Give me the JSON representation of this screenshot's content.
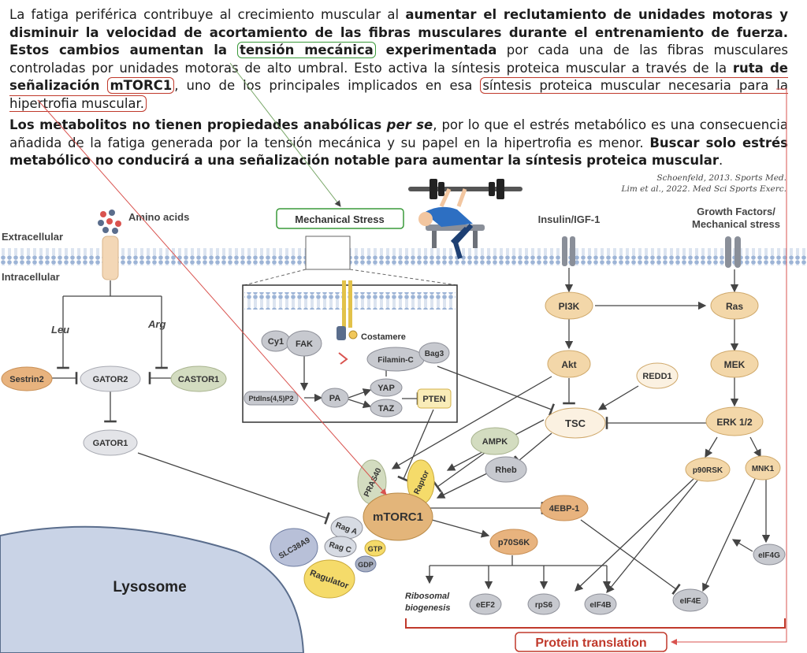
{
  "text": {
    "p1": {
      "s1": "La fatiga periférica contribuye al crecimiento muscular al ",
      "b1": "aumentar el reclutamiento de unidades motoras y disminuir la velocidad de acortamiento de las fibras musculares durante el entrenamiento de fuerza. Estos cambios aumentan la ",
      "box1": "tensión mecánica",
      "b2": " experimentada",
      "s2": " por cada una de las fibras musculares controladas por unidades motoras de alto umbral. Esto activa la síntesis proteica muscular a través de la ",
      "b3": "ruta de señalización",
      "box2": "mTORC1",
      "s3": ", uno de los principales implicados en esa ",
      "box3": "síntesis proteica muscular necesaria para la hipertrofia muscular."
    },
    "p2": {
      "b1": "Los metabolitos no tienen propiedades anabólicas ",
      "bi": "per se",
      "s1": ", por lo que el estrés metabólico es una consecuencia añadida de la fatiga generada por la tensión mecánica y su papel en la hipertrofia es menor. ",
      "b2": "Buscar solo estrés metabólico no conducirá a una señalización notable para aumentar la síntesis proteica muscular",
      "s2": "."
    },
    "refs": [
      "Schoenfeld, 2013. Sports Med.",
      "Lim et al., 2022. Med Sci Sports Exerc."
    ]
  },
  "diagram": {
    "extracellular": "Extracellular",
    "intracellular": "Intracellular",
    "amino_acids": "Amino acids",
    "mechanical_stress": "Mechanical Stress",
    "insulin": "Insulin/IGF-1",
    "growth_factors": [
      "Growth Factors/",
      "Mechanical stress"
    ],
    "leu": "Leu",
    "arg": "Arg",
    "sestrin2": "Sestrin2",
    "gator2": "GATOR2",
    "castor1": "CASTOR1",
    "gator1": "GATOR1",
    "cy1": "Cy1",
    "fak": "FAK",
    "costamere": "Costamere",
    "filamin": "Filamin-C",
    "bag3": "Bag3",
    "ptdins": "PtdIns(4,5)P2",
    "pa": "PA",
    "yap": "YAP",
    "taz": "TAZ",
    "pten": "PTEN",
    "pi3k": "PI3K",
    "akt": "Akt",
    "redd1": "REDD1",
    "tsc": "TSC",
    "ampk": "AMPK",
    "rheb": "Rheb",
    "ras": "Ras",
    "mek": "MEK",
    "erk": "ERK 1/2",
    "p90rsk": "p90RSK",
    "mnk1": "MNK1",
    "pras40": "PRAS40",
    "raptor": "Raptor",
    "mtorc1": "mTORC1",
    "ebp1": "4EBP-1",
    "p70s6k": "p70S6K",
    "eif4g": "eIF4G",
    "eif4e": "eIF4E",
    "ribosomal": [
      "Ribosomal",
      "biogenesis"
    ],
    "eef2": "eEF2",
    "rps6": "rpS6",
    "eif4b": "eIF4B",
    "slc38a9": "SLC38A9",
    "raga": "Rag A",
    "ragc": "Rag C",
    "gtp": "GTP",
    "gdp": "GDP",
    "ragulator": "Ragulator",
    "lysosome": "Lysosome",
    "protein_translation": "Protein translation"
  },
  "colors": {
    "accent_green": "#3a9a3a",
    "accent_red": "#c0392b",
    "mtorc1": "#e3b57a",
    "erk_pathway": "#f3d7a9",
    "grey_node": "#c7c9cf",
    "green_node": "#d3dcc0",
    "yellow_node": "#f5db6a",
    "lysosome": "#bcc9e1"
  }
}
